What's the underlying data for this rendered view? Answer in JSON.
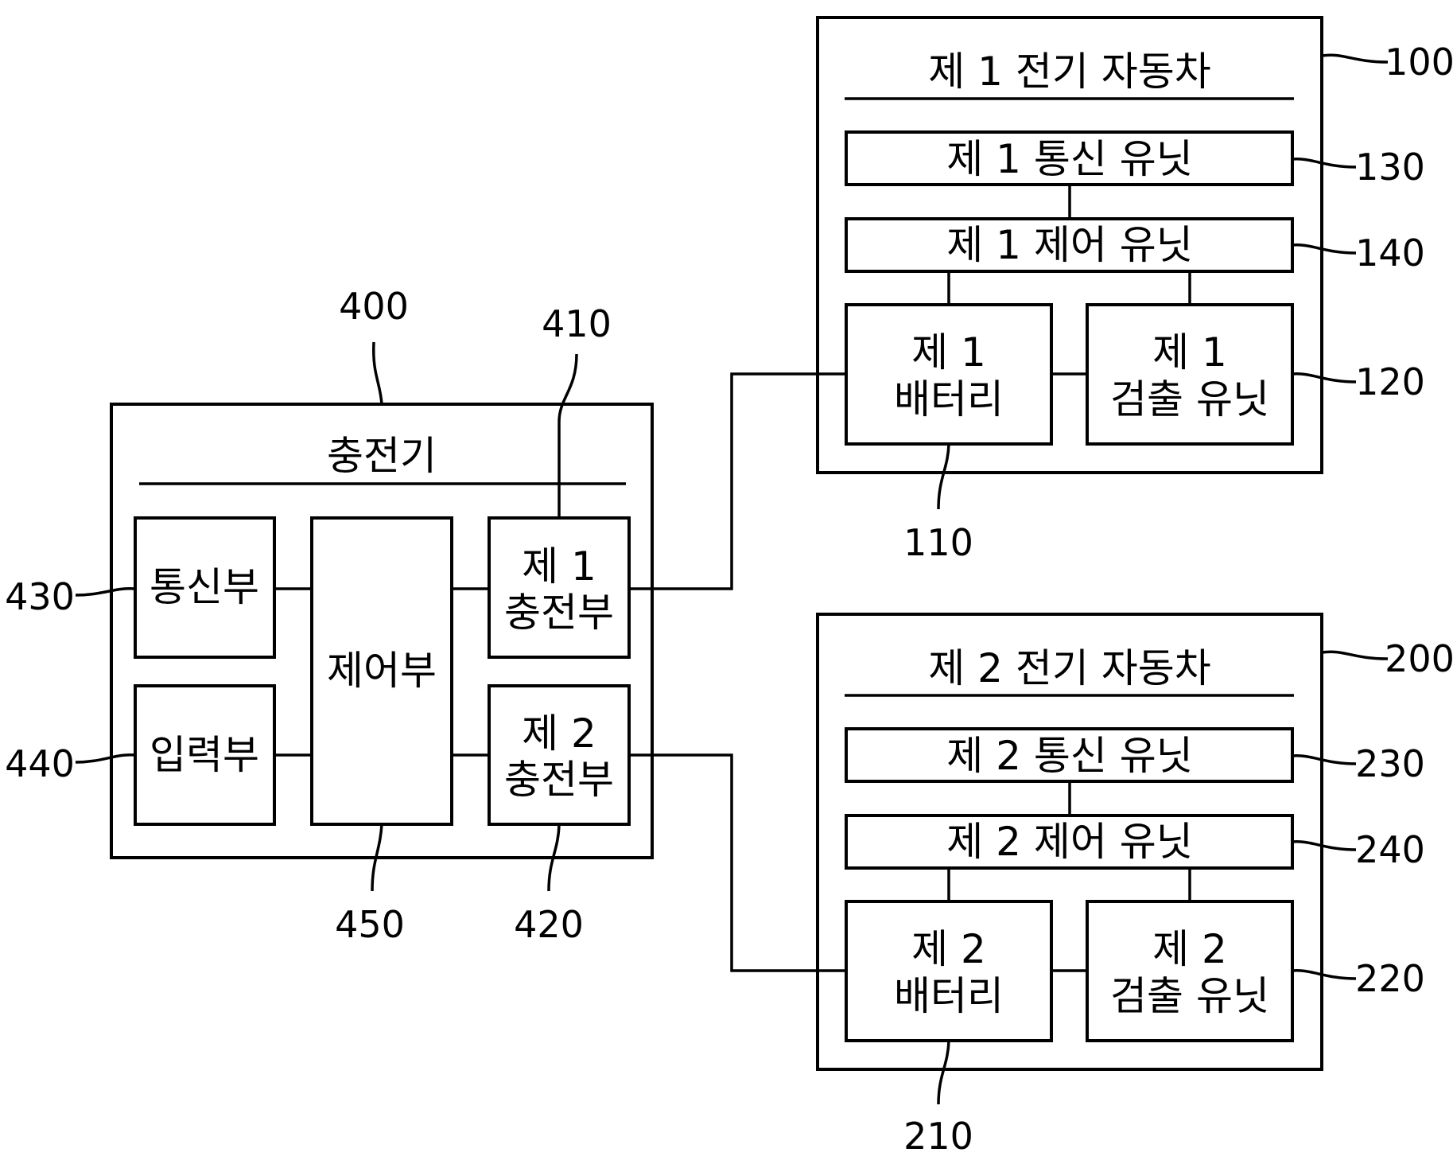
{
  "charger": {
    "title": "충전기",
    "ref": "400",
    "comm": {
      "label": "통신부",
      "ref": "430"
    },
    "input": {
      "label": "입력부",
      "ref": "440"
    },
    "control": {
      "label": "제어부",
      "ref": "450"
    },
    "charge1": {
      "line1": "제  1",
      "line2": "충전부",
      "ref": "410"
    },
    "charge2": {
      "line1": "제  2",
      "line2": "충전부",
      "ref": "420"
    }
  },
  "ev1": {
    "title": "제  1  전기  자동차",
    "ref": "100",
    "comm": {
      "label": "제  1  통신  유닛",
      "ref": "130"
    },
    "control": {
      "label": "제  1  제어  유닛",
      "ref": "140"
    },
    "battery": {
      "line1": "제  1",
      "line2": "배터리",
      "ref": "110"
    },
    "detect": {
      "line1": "제  1",
      "line2": "검출  유닛",
      "ref": "120"
    }
  },
  "ev2": {
    "title": "제  2  전기  자동차",
    "ref": "200",
    "comm": {
      "label": "제  2  통신  유닛",
      "ref": "230"
    },
    "control": {
      "label": "제  2  제어  유닛",
      "ref": "240"
    },
    "battery": {
      "line1": "제  2",
      "line2": "배터리",
      "ref": "210"
    },
    "detect": {
      "line1": "제  2",
      "line2": "검출  유닛",
      "ref": "220"
    }
  }
}
